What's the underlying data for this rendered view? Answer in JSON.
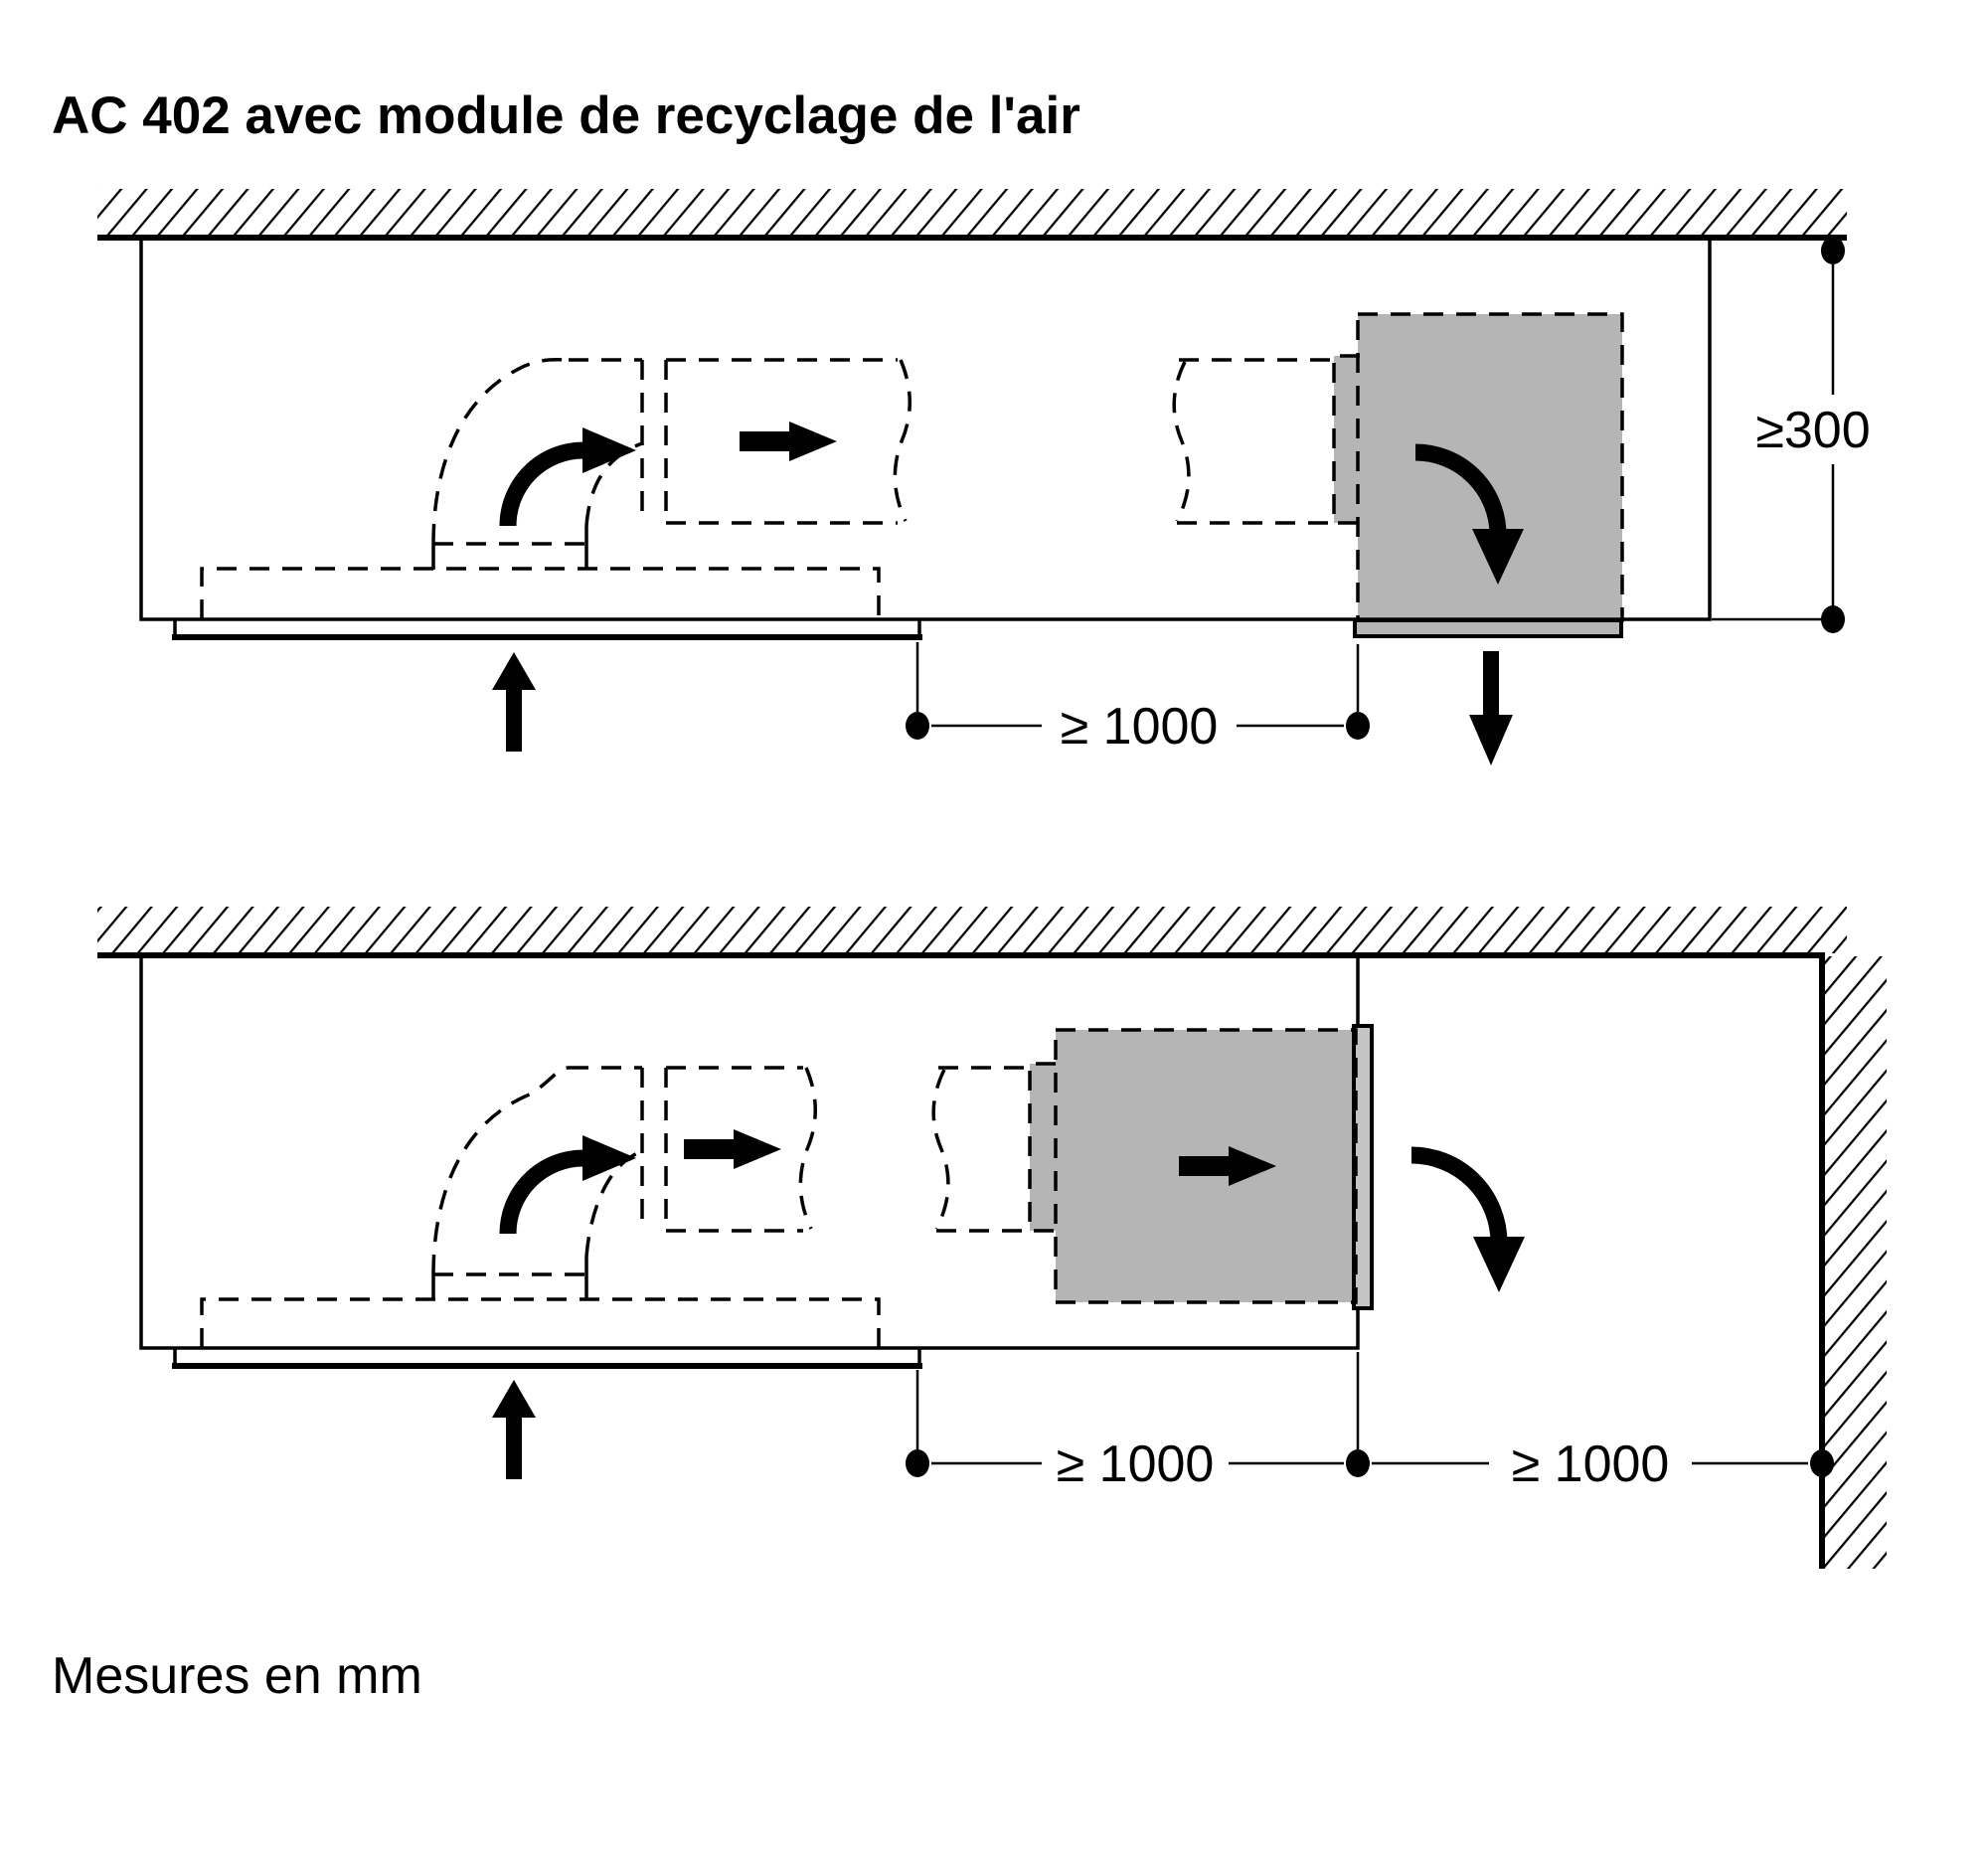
{
  "page": {
    "title": "AC 402 avec module de recyclage de l'air",
    "units_note": "Mesures en mm",
    "background_color": "#ffffff",
    "line_color": "#000000",
    "module_fill_color": "#b5b5b5",
    "flange_fill_color": "#c4c4c4"
  },
  "diagrams": {
    "top": {
      "labels": {
        "ceiling_clearance": "≥300",
        "module_side_clearance": "≥ 1000"
      }
    },
    "bottom": {
      "labels": {
        "module_side_clearance": "≥ 1000",
        "wall_clearance": "≥ 1000"
      }
    }
  }
}
